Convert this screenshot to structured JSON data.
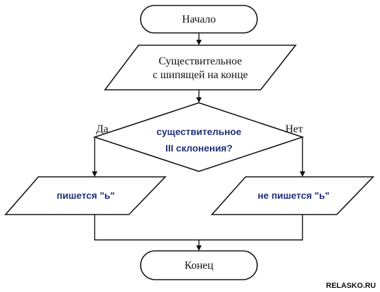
{
  "flowchart": {
    "start": {
      "label": "Начало"
    },
    "input": {
      "line1": "Существительное",
      "line2": "с шипящей на конце"
    },
    "decision": {
      "line1": "существительное",
      "line2": "III склонения?"
    },
    "branch_yes": {
      "label": "Да"
    },
    "branch_no": {
      "label": "Нет"
    },
    "output_yes": {
      "label": "пишется \"ь\""
    },
    "output_no": {
      "label": "не пишется \"ь\""
    },
    "end": {
      "label": "Конец"
    }
  },
  "watermark": "RELASKO.RU",
  "colors": {
    "accent_text": "#1f2f7a",
    "stroke": "#111111"
  }
}
